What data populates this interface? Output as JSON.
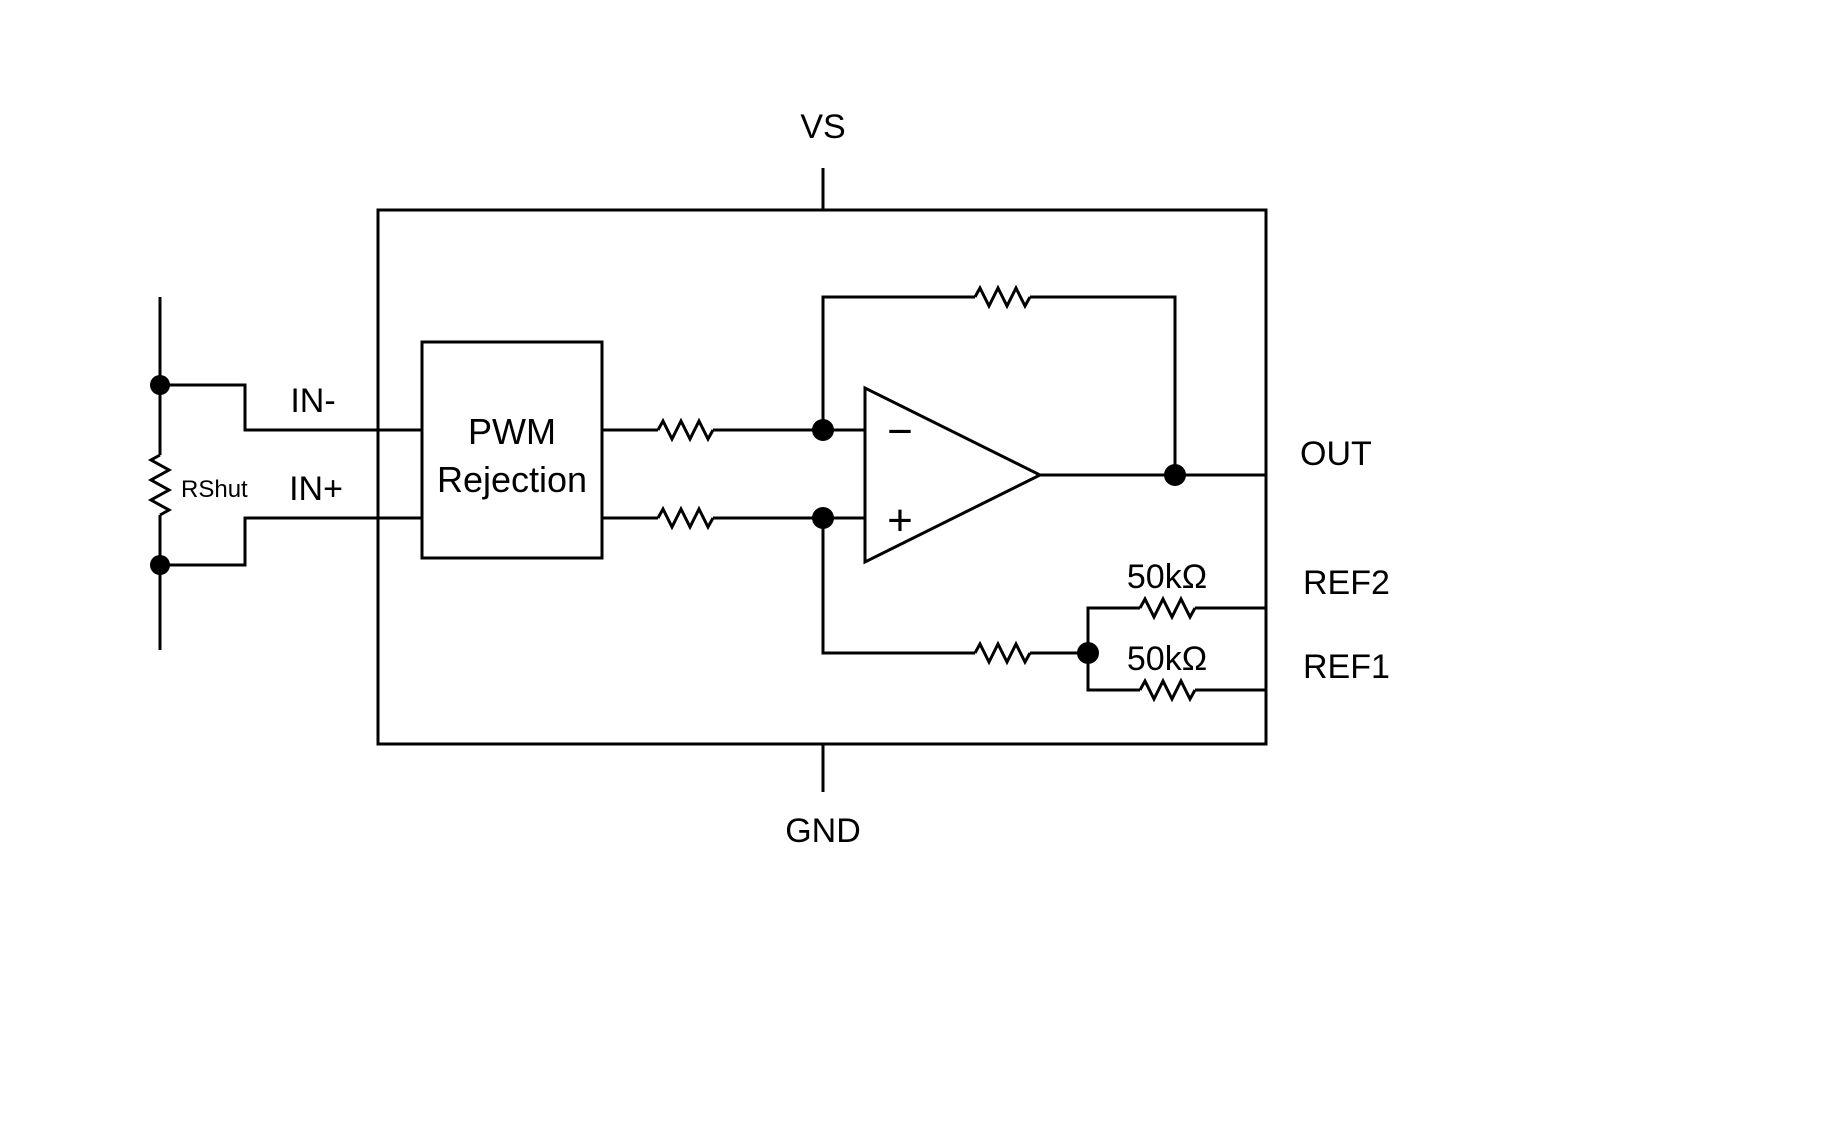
{
  "diagram": {
    "type": "circuit-schematic",
    "description": "Current sense amplifier functional block diagram",
    "pins": {
      "vs": "VS",
      "gnd": "GND",
      "in_minus": "IN-",
      "in_plus": "IN+",
      "out": "OUT",
      "ref2": "REF2",
      "ref1": "REF1"
    },
    "components": {
      "shunt_resistor_label": "RShut",
      "pwm_block_line1": "PWM",
      "pwm_block_line2": "Rejection",
      "ref2_resistor_value": "50kΩ",
      "ref1_resistor_value": "50kΩ",
      "opamp_minus_label": "−",
      "opamp_plus_label": "+"
    },
    "colors": {
      "line": "#000000",
      "background": "#ffffff"
    }
  }
}
